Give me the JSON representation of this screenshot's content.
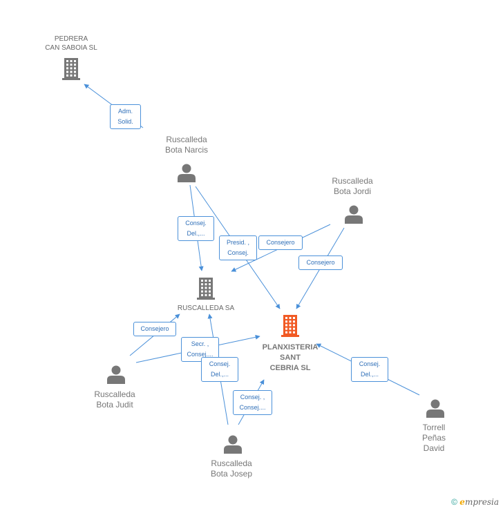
{
  "colors": {
    "edge": "#4a90d9",
    "company": "#777777",
    "main_company": "#f15a24",
    "person": "#777777"
  },
  "nodes": {
    "pedrera": {
      "label": "PEDRERA\nCAN SABOIA SL",
      "icon": "building-icon"
    },
    "ruscalleda_sa": {
      "label": "RUSCALLEDA SA",
      "icon": "building-icon"
    },
    "planxisteria": {
      "label": "PLANXISTERIA\nSANT\nCEBRIA SL",
      "icon": "building-icon"
    },
    "narcis": {
      "label": "Ruscalleda\nBota Narcis",
      "icon": "person-icon"
    },
    "jordi": {
      "label": "Ruscalleda\nBota Jordi",
      "icon": "person-icon"
    },
    "judit": {
      "label": "Ruscalleda\nBota Judit",
      "icon": "person-icon"
    },
    "josep": {
      "label": "Ruscalleda\nBota Josep",
      "icon": "person-icon"
    },
    "torrell": {
      "label": "Torrell\nPeñas\nDavid",
      "icon": "person-icon"
    }
  },
  "edges": [
    {
      "from": "narcis",
      "to": "pedrera",
      "label": "Adm.\nSolid."
    },
    {
      "from": "narcis",
      "to": "ruscalleda_sa",
      "label": "Consej.\nDel.,..."
    },
    {
      "from": "narcis",
      "to": "planxisteria",
      "label": "Presid. ,\nConsej."
    },
    {
      "from": "jordi",
      "to": "ruscalleda_sa",
      "label": "Consejero"
    },
    {
      "from": "jordi",
      "to": "planxisteria",
      "label": "Consejero"
    },
    {
      "from": "judit",
      "to": "ruscalleda_sa",
      "label": "Consejero"
    },
    {
      "from": "judit",
      "to": "planxisteria",
      "label": "Secr. ,\nConsej...."
    },
    {
      "from": "josep",
      "to": "ruscalleda_sa",
      "label": "Consej.\nDel.,..."
    },
    {
      "from": "josep",
      "to": "planxisteria",
      "label": "Consej. ,\nConsej...."
    },
    {
      "from": "torrell",
      "to": "planxisteria",
      "label": "Consej.\nDel.,..."
    }
  ],
  "footer": {
    "copyright_symbol": "©",
    "brand_e": "e",
    "brand_rest": "mpresia"
  }
}
